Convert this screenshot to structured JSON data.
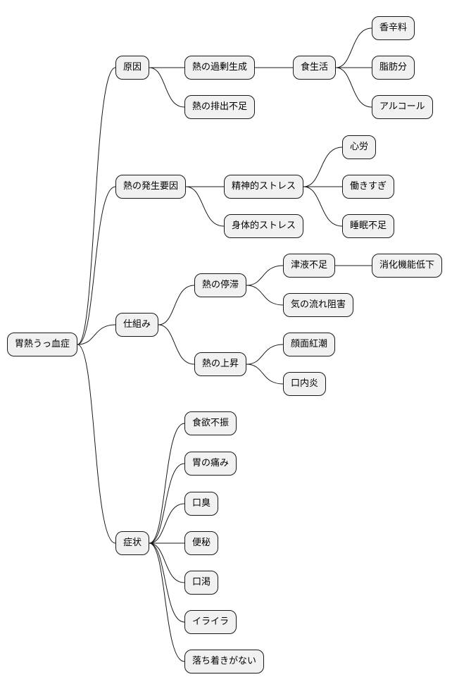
{
  "mindmap": {
    "root": "胃熱うっ血症",
    "branches": [
      {
        "label": "原因",
        "children": [
          {
            "label": "熱の過剰生成",
            "children": [
              {
                "label": "食生活",
                "children": [
                  {
                    "label": "香辛料"
                  },
                  {
                    "label": "脂肪分"
                  },
                  {
                    "label": "アルコール"
                  }
                ]
              }
            ]
          },
          {
            "label": "熱の排出不足"
          }
        ]
      },
      {
        "label": "熱の発生要因",
        "children": [
          {
            "label": "精神的ストレス",
            "children": [
              {
                "label": "心労"
              },
              {
                "label": "働きすぎ"
              },
              {
                "label": "睡眠不足"
              }
            ]
          },
          {
            "label": "身体的ストレス"
          }
        ]
      },
      {
        "label": "仕組み",
        "children": [
          {
            "label": "熱の停滞",
            "children": [
              {
                "label": "津液不足",
                "children": [
                  {
                    "label": "消化機能低下"
                  }
                ]
              },
              {
                "label": "気の流れ阻害"
              }
            ]
          },
          {
            "label": "熱の上昇",
            "children": [
              {
                "label": "顔面紅潮"
              },
              {
                "label": "口内炎"
              }
            ]
          }
        ]
      },
      {
        "label": "症状",
        "children": [
          {
            "label": "食欲不振"
          },
          {
            "label": "胃の痛み"
          },
          {
            "label": "口臭"
          },
          {
            "label": "便秘"
          },
          {
            "label": "口渇"
          },
          {
            "label": "イライラ"
          },
          {
            "label": "落ち着きがない"
          }
        ]
      }
    ]
  }
}
